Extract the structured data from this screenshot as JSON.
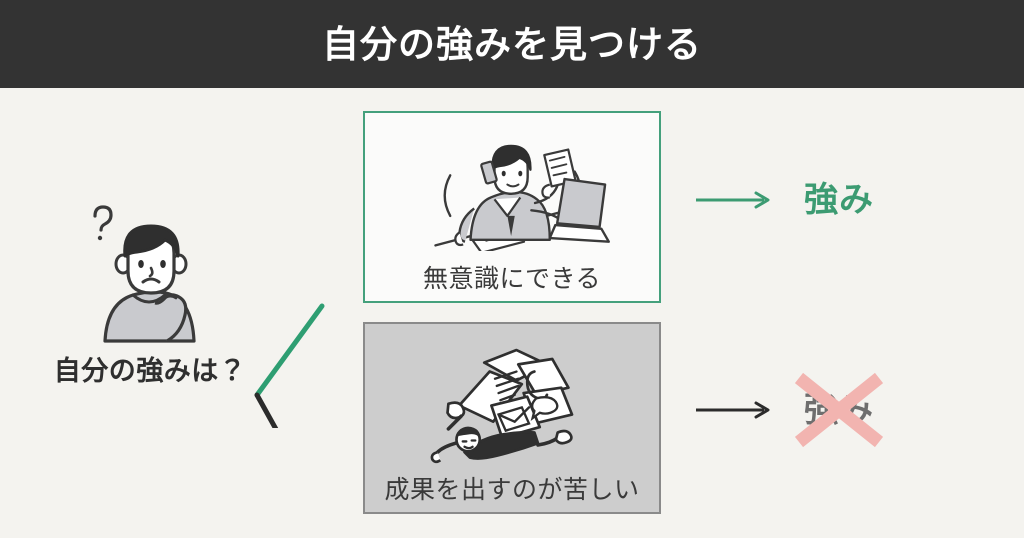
{
  "header": {
    "title": "自分の強みを見つける"
  },
  "question": {
    "label": "自分の強みは？",
    "icon": "thinking-person-illustration",
    "thought_icon": "question-mark-icon"
  },
  "branch": {
    "positive_color": "#2e9e72",
    "negative_color": "#2b2b2b"
  },
  "cards": [
    {
      "caption": "無意識にできる",
      "art": "multitasking-person-illustration",
      "background": "#fbfbfa",
      "border_color": "#44a07c"
    },
    {
      "caption": "成果を出すのが苦しい",
      "art": "person-crushed-by-tasks-illustration",
      "background": "#cdcdcd",
      "border_color": "#8a8a8a"
    }
  ],
  "outcomes": [
    {
      "arrow_icon": "arrow-right-icon",
      "arrow_color": "#3c9b72",
      "label": "強み",
      "label_color": "#3c9b72",
      "crossed_out": false
    },
    {
      "arrow_icon": "arrow-right-icon",
      "arrow_color": "#2b2b2b",
      "label": "強み",
      "label_color": "#6e6e6e",
      "crossed_out": true,
      "cross_icon": "cross-out-x-icon",
      "cross_color": "#f2b4b0"
    }
  ],
  "colors": {
    "background": "#f4f3ef",
    "header_background": "#333333",
    "header_text": "#ffffff",
    "accent_green": "#3c9b72",
    "cross_pink": "#f2b4b0"
  }
}
